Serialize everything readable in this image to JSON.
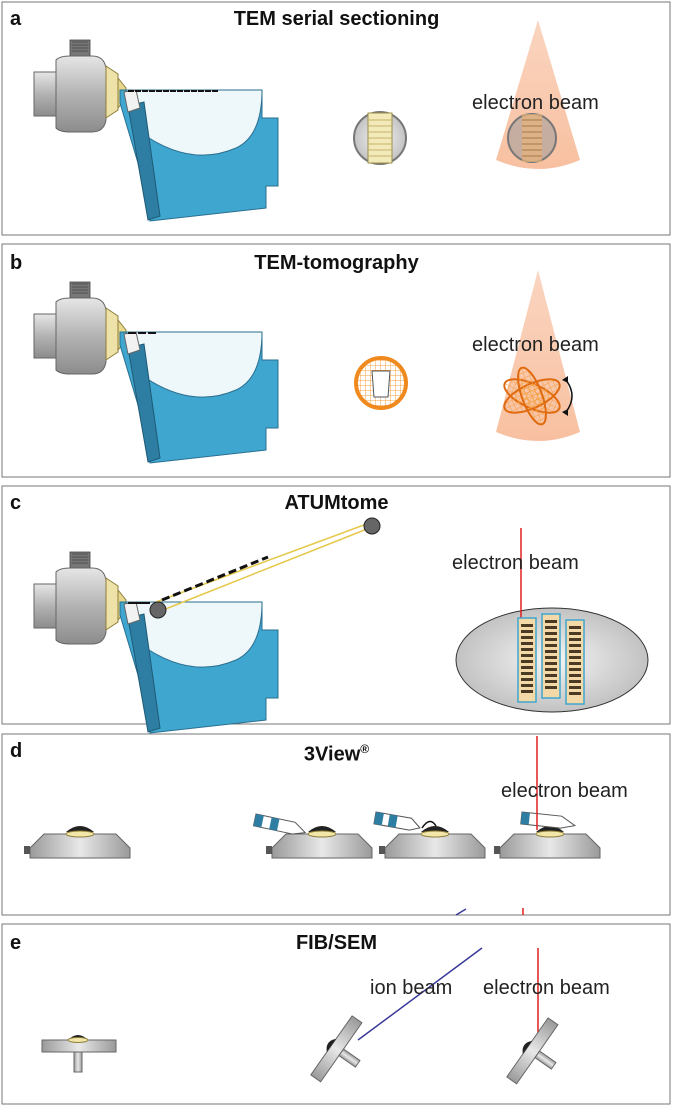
{
  "panels": [
    {
      "letter": "a",
      "title": "TEM serial sectioning",
      "beam_label": "electron beam"
    },
    {
      "letter": "b",
      "title": "TEM-tomography",
      "beam_label": "electron beam"
    },
    {
      "letter": "c",
      "title": "ATUMtome",
      "beam_label": "electron beam"
    },
    {
      "letter": "d",
      "title": "3View",
      "title_mark": "®",
      "beam_label": "electron beam"
    },
    {
      "letter": "e",
      "title": "FIB/SEM",
      "ion_label": "ion beam",
      "beam_label": "electron beam"
    }
  ],
  "colors": {
    "block": "#3fa6d0",
    "knife": "#2e7ea3",
    "holder": "#bdbdbd",
    "beam_cone": "#f6c3aa",
    "grid": "#f39c3c",
    "red_beam": "#e02020",
    "ion_beam": "#3a3a9a"
  }
}
